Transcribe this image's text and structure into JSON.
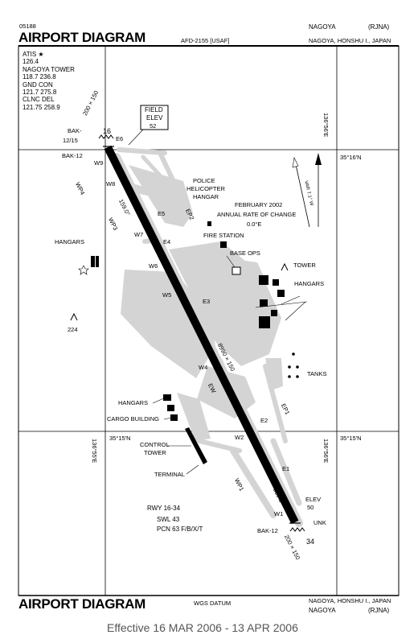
{
  "header": {
    "doc_number": "05188",
    "title": "AIRPORT DIAGRAM",
    "afd": "AFD-2155 [USAF]",
    "airport": "NAGOYA",
    "ident": "(RJNA)",
    "location": "NAGOYA, HONSHU I., JAPAN"
  },
  "frequencies": [
    "ATIS ★",
    "126.4",
    "NAGOYA TOWER",
    "118.7  236.8",
    "GND CON",
    "121.7  275.8",
    "CLNC DEL",
    "121.75  258.9"
  ],
  "field_elev": {
    "label_1": "FIELD",
    "label_2": "ELEV",
    "value": "52"
  },
  "coordinates": {
    "lat_top": "35°16′N",
    "lat_bottom_left": "35°15′N",
    "lat_bottom_right": "35°15′N",
    "lon_top_right": "136°56′E",
    "lon_bottom_left": "136°55′E",
    "lon_bottom_right": "136°56′E"
  },
  "runway": {
    "dimensions": "8990 × 150",
    "end_north": "16",
    "end_south": "34",
    "heading_north": "159.0°",
    "heading_south": "339.0°",
    "overrun_north": "200 × 150",
    "overrun_south": "200 × 150",
    "bak_north": "BAK-",
    "bak_north_ends": "12/15",
    "bak_north_2": "BAK-12",
    "bak_south": "BAK-12",
    "elev_label": "ELEV",
    "elev_value": "50",
    "unk": "UNK"
  },
  "taxiways": [
    "E6",
    "W9",
    "W8",
    "WP4",
    "WP3",
    "W7",
    "E5",
    "EP2",
    "E4",
    "W6",
    "W5",
    "E3",
    "W4",
    "EW",
    "EP1",
    "E2",
    "W2",
    "E1",
    "W1",
    "WP1"
  ],
  "labels": {
    "police_1": "POLICE",
    "police_2": "HELICOPTER",
    "police_3": "HANGAR",
    "variation_1": "FEBRUARY 2002",
    "variation_2": "ANNUAL RATE OF CHANGE",
    "variation_3": "0.0°E",
    "fire_station": "FIRE STATION",
    "base_ops": "BASE OPS",
    "tower": "TOWER",
    "hangars_right": "HANGARS",
    "hangars_left": "HANGARS",
    "hangars_lower": "HANGARS",
    "cargo": "CARGO BUILDING",
    "control_tower_1": "CONTROL",
    "control_tower_2": "TOWER",
    "terminal": "TERMINAL",
    "tanks": "TANKS",
    "obstacle_height": "224",
    "var": "VAR 7.1° W"
  },
  "runway_info": [
    "RWY 16-34",
    "SWL 43",
    "PCN 63 F/B/X/T"
  ],
  "footer": {
    "title": "AIRPORT DIAGRAM",
    "datum": "WGS DATUM",
    "location": "NAGOYA, HONSHU I., JAPAN",
    "airport": "NAGOYA",
    "ident": "(RJNA)",
    "effective": "Effective 16 MAR 2006 - 13 APR 2006"
  }
}
